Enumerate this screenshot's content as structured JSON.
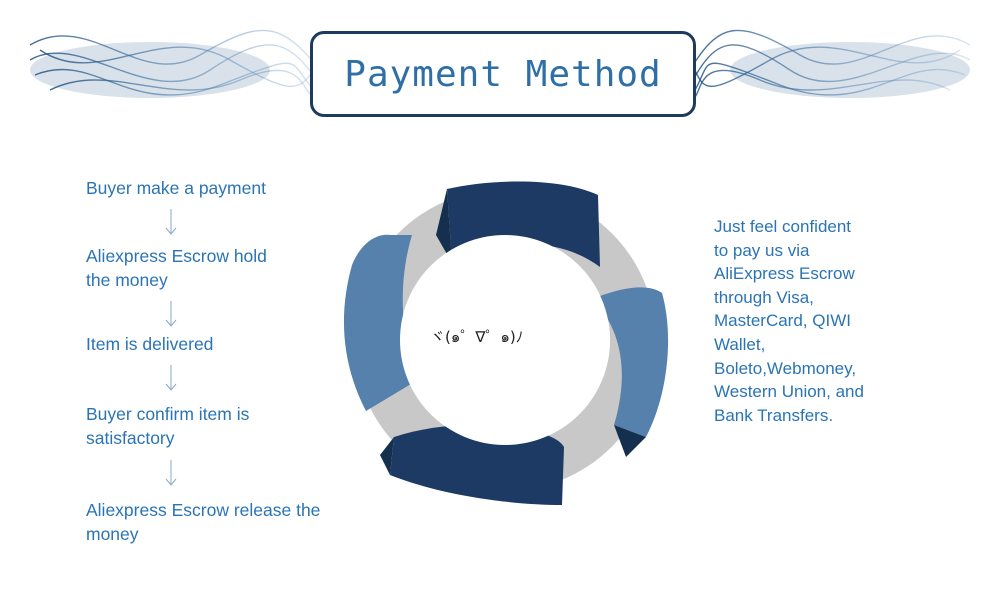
{
  "header": {
    "title": "Payment Method"
  },
  "steps": [
    {
      "lines": [
        "Buyer make a payment"
      ]
    },
    {
      "lines": [
        "Aliexpress Escrow hold",
        "the money"
      ]
    },
    {
      "lines": [
        "Item is delivered"
      ]
    },
    {
      "lines": [
        "Buyer confirm item is",
        "satisfactory"
      ]
    },
    {
      "lines": [
        "Aliexpress Escrow release the",
        "money"
      ]
    }
  ],
  "center": {
    "emoticon": "ヾ(๑゜∇゜๑)ﾉ"
  },
  "description": {
    "lines": [
      "Just feel confident",
      "to pay us via",
      "AliExpress Escrow",
      "through Visa,",
      "MasterCard, QIWI",
      "Wallet,",
      "Boleto,Webmoney,",
      "Western Union, and",
      "Bank Transfers."
    ]
  },
  "colors": {
    "text_blue": "#2a74b5",
    "segment_dark": "#1c3a63",
    "segment_mid": "#5681ad",
    "ring_gray": "#c8c8c8",
    "title_border": "#1f3a5f"
  }
}
